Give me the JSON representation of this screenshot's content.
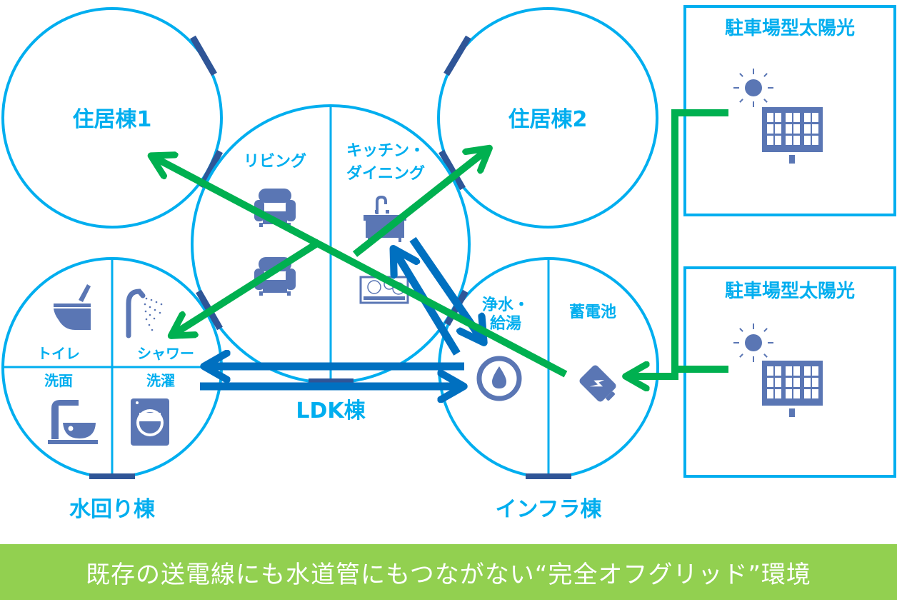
{
  "colors": {
    "outline": "#00AEEF",
    "door": "#2F5597",
    "icon": "#5A76B4",
    "power_arrow": "#00B050",
    "water_arrow": "#0070C0",
    "banner_bg": "#92D050",
    "banner_text": "#FFFFFF"
  },
  "buildings": {
    "residence1": {
      "label": "住居棟1"
    },
    "residence2": {
      "label": "住居棟2"
    },
    "ldk": {
      "label": "LDK棟",
      "rooms": [
        {
          "label": "リビング",
          "icons": [
            "armchair-icon",
            "armchair-icon"
          ]
        },
        {
          "label_line1": "キッチン・",
          "label_line2": "ダイニング",
          "icons": [
            "sink-icon",
            "ih-cooktop-icon"
          ]
        }
      ]
    },
    "water": {
      "label": "水回り棟",
      "rooms": [
        {
          "label": "トイレ",
          "icon": "toilet-icon"
        },
        {
          "label": "シャワー",
          "icon": "shower-icon"
        },
        {
          "label": "洗面",
          "icon": "washbasin-icon"
        },
        {
          "label": "洗濯",
          "icon": "washing-machine-icon"
        }
      ]
    },
    "infra": {
      "label": "インフラ棟",
      "rooms": [
        {
          "label_line1": "浄水・",
          "label_line2": "給湯",
          "icon": "water-drop-icon"
        },
        {
          "label": "蓄電池",
          "icon": "battery-icon"
        }
      ]
    }
  },
  "solar_panels": [
    {
      "label": "駐車場型太陽光",
      "icon": "solar-panel-icon"
    },
    {
      "label": "駐車場型太陽光",
      "icon": "solar-panel-icon"
    }
  ],
  "flows": {
    "power": [
      "蓄電池 → 住居棟1",
      "LDK棟 → 住居棟2",
      "LDK棟 → 水回り棟",
      "駐車場型太陽光 → 蓄電池"
    ],
    "water": [
      "浄水・給湯 → 水回り棟",
      "水回り棟 → 浄水・給湯",
      "浄水・給湯 → キッチン",
      "キッチン → 浄水・給湯"
    ]
  },
  "banner": {
    "text": "既存の送電線にも水道管にもつながない“完全オフグリッド”環境"
  }
}
